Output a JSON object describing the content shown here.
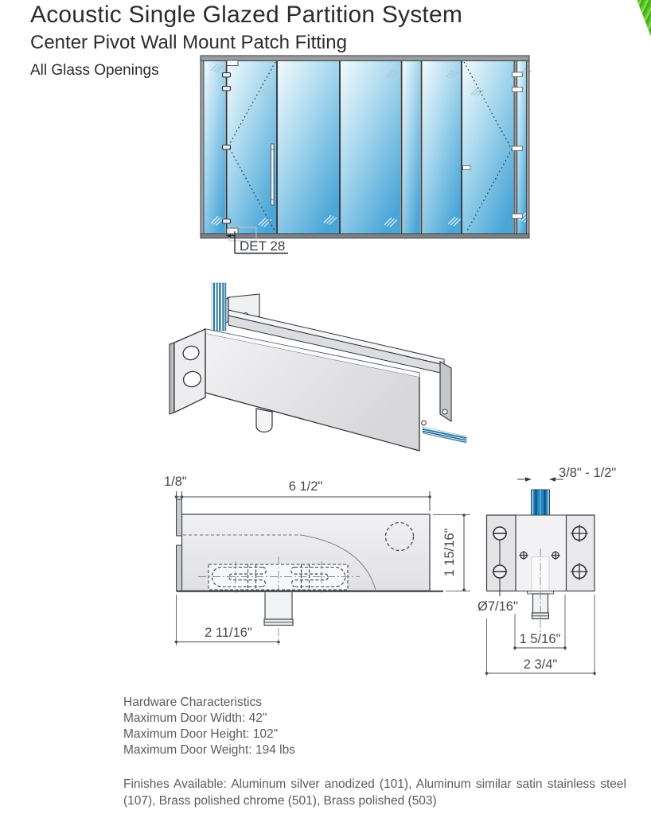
{
  "header": {
    "title": "Acoustic Single Glazed Partition System",
    "subtitle": "Center Pivot Wall Mount Patch Fitting",
    "category": "All Glass Openings"
  },
  "elevation": {
    "detail_callout": "DET 28"
  },
  "side_view": {
    "plate_thickness": "1/8\"",
    "body_length": "6 1/2\"",
    "body_height": "1 15/16\"",
    "pivot_offset": "2 11/16\""
  },
  "front_view": {
    "glass_thickness": "3/8\" - 1/2\"",
    "hole_diameter": "Ø7/16\"",
    "pivot_center": "1 5/16\"",
    "body_width": "2 3/4\""
  },
  "hardware_characteristics": {
    "heading": "Hardware  Characteristics",
    "lines": [
      "Maximum Door Width:  42\"",
      "Maximum Door Height:  102\"",
      "Maximum Door Weight: 194 lbs"
    ]
  },
  "finishes": {
    "text": "Finishes Available:  Aluminum silver anodized (101), Aluminum similar satin stainless steel (107), Brass polished chrome (501), Brass polished (503)"
  },
  "colors": {
    "glass_light": "#eef7fb",
    "glass_dark": "#4fa8d8",
    "frame_gray": "#979da2",
    "line": "#3a3d40",
    "accent_green": "#5cc42c"
  }
}
